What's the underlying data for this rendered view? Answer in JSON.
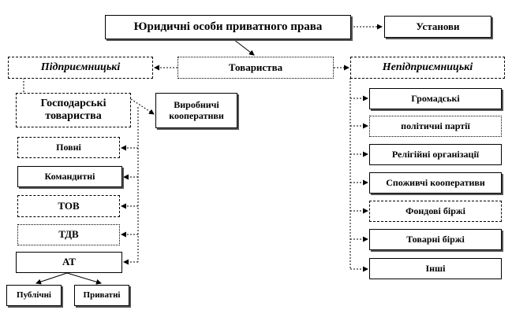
{
  "diagram": {
    "root": "Юридичні особи приватного права",
    "institutions": "Установи",
    "partnerships": "Товариства",
    "commercial": "Підприємницькі",
    "noncommercial": "Непідприємницькі",
    "business_partnerships": "Господарські товариства",
    "production_cooperatives": "Виробничі кооперативи",
    "commercial_children": [
      "Повні",
      "Командитні",
      "ТОВ",
      "ТДВ",
      "АТ"
    ],
    "at_children": [
      "Публічні",
      "Приватні"
    ],
    "noncommercial_children": [
      "Громадські",
      "політичні партії",
      "Релігійні організації",
      "Споживчі кооперативи",
      "Фондові біржі",
      "Товарні біржі",
      "Інші"
    ]
  }
}
